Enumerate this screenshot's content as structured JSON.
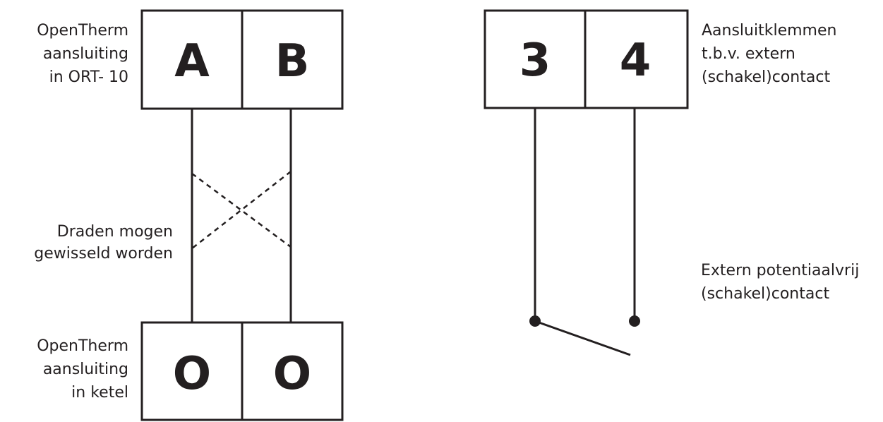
{
  "left_group": {
    "top_label": [
      "OpenTherm",
      "aansluiting",
      "in ORT- 10"
    ],
    "top_terminals": [
      "A",
      "B"
    ],
    "middle_label": [
      "Draden mogen",
      "gewisseld worden"
    ],
    "bottom_label": [
      "OpenTherm",
      "aansluiting",
      "in ketel"
    ],
    "bottom_terminals": [
      "O",
      "O"
    ]
  },
  "right_group": {
    "top_label": [
      "Aansluitklemmen",
      "t.b.v. extern",
      "(schakel)contact"
    ],
    "top_terminals": [
      "3",
      "4"
    ],
    "switch_label": [
      "Extern potentiaalvrij",
      "(schakel)contact"
    ]
  },
  "colors": {
    "ink": "#231f20",
    "background": "#ffffff"
  }
}
